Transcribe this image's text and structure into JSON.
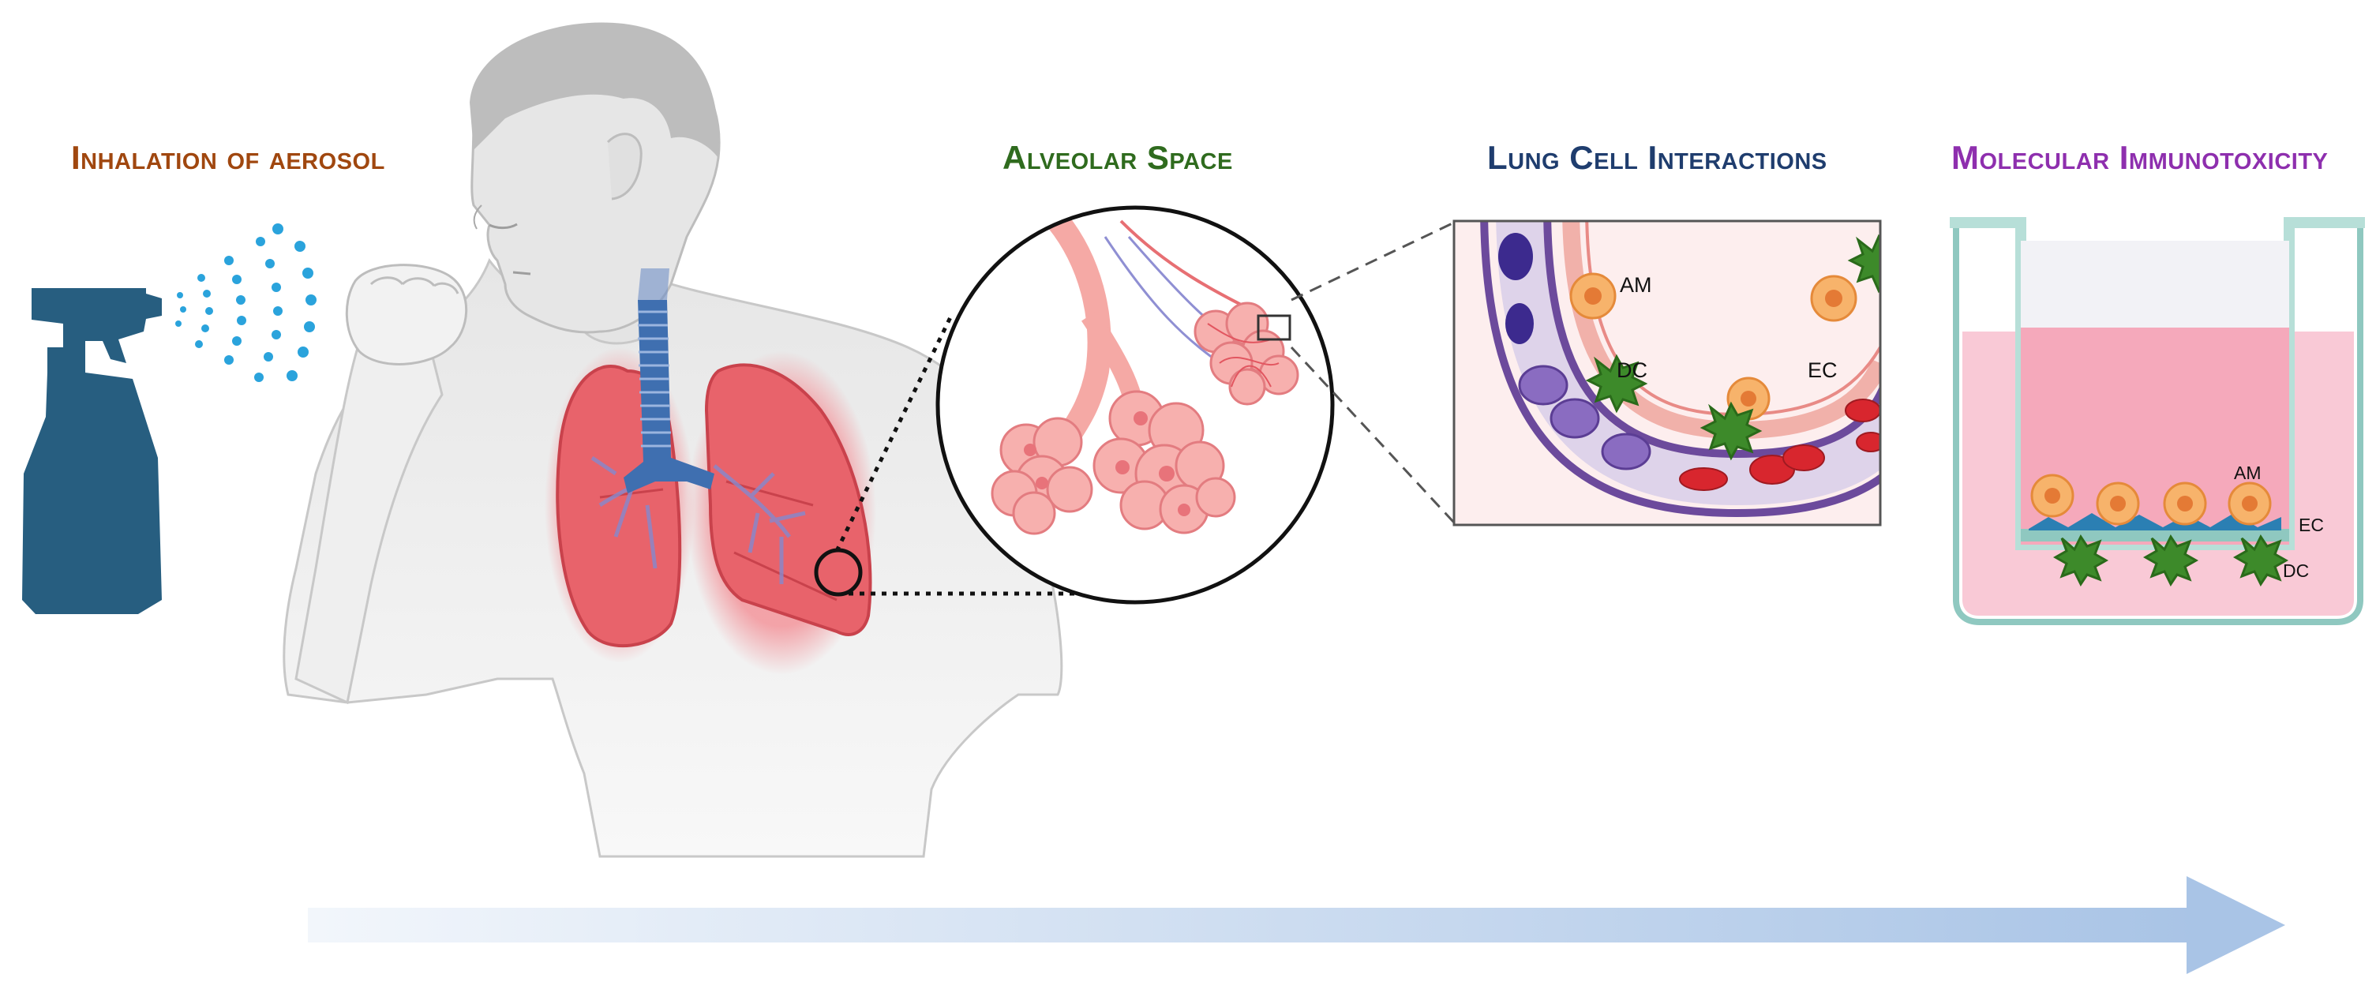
{
  "titles": {
    "inhalation": "Inhalation of aerosol",
    "alveolar": "Alveolar Space",
    "interactions": "Lung Cell Interactions",
    "immunotoxicity": "Molecular Immunotoxicity"
  },
  "cell_labels": {
    "panel_am": "AM",
    "panel_dc": "DC",
    "panel_ec": "EC",
    "insert_am": "AM",
    "insert_ec": "EC",
    "insert_dc": "DC"
  },
  "colors": {
    "inhalation": "#a0470f",
    "alveolar": "#2f6b1e",
    "interactions": "#1f3d6e",
    "immunotoxicity": "#8e2fae",
    "bottle": "#275e80",
    "spray": "#2aa3dc",
    "lung": "#e8636b",
    "trachea": "#3f6fb0",
    "macrophage": "#f7b36b",
    "dendritic": "#3d8a2a",
    "rbc": "#d8262e",
    "arrow": "#a9c4e6"
  }
}
